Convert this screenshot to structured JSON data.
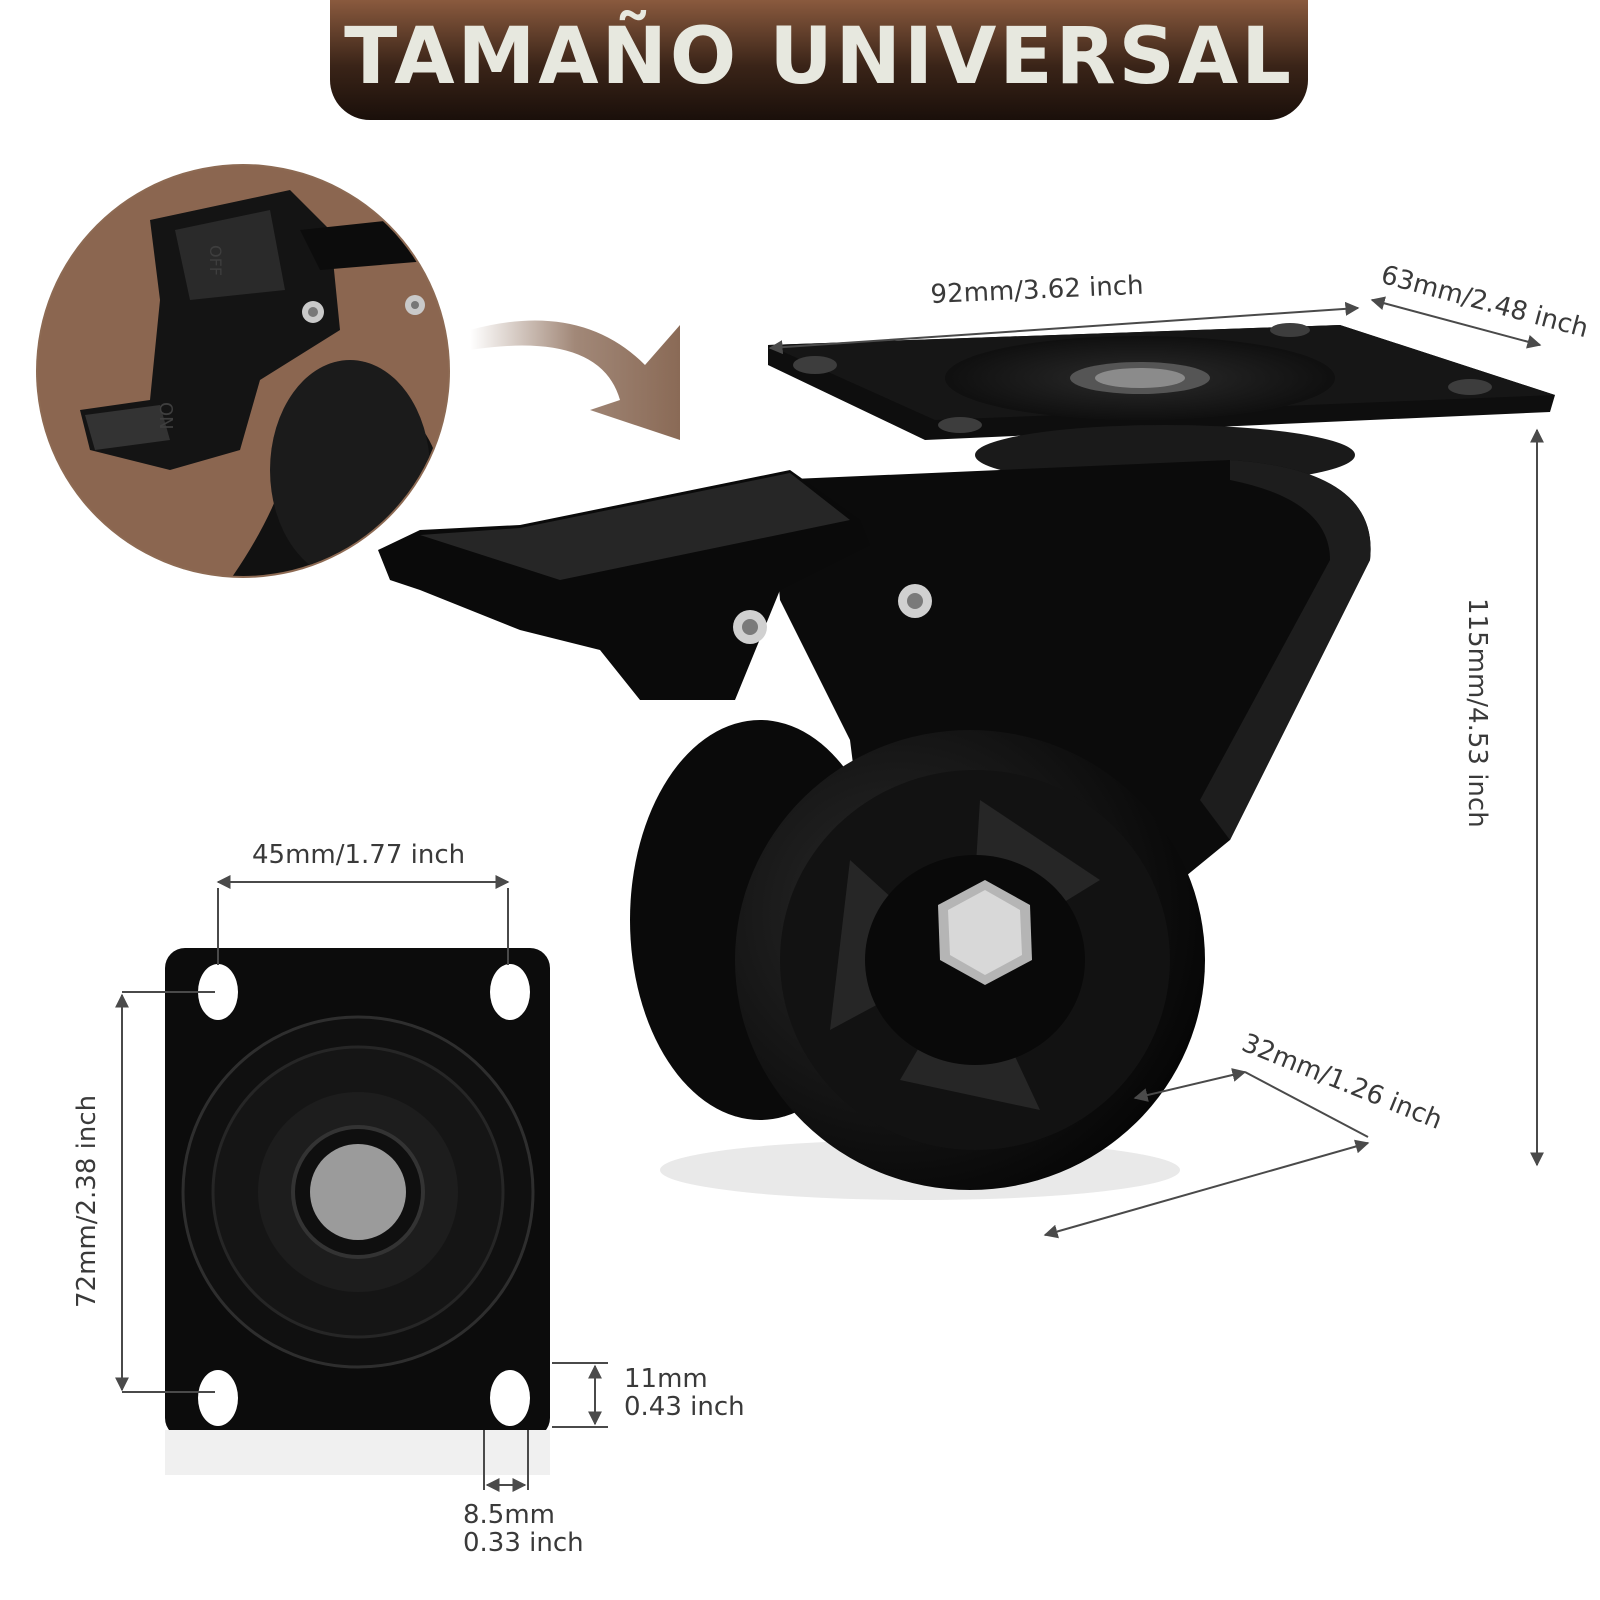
{
  "banner": {
    "title": "TAMAÑO UNIVERSAL"
  },
  "dimensions": {
    "plate_length": "92mm/3.62 inch",
    "plate_width": "63mm/2.48 inch",
    "total_height": "115mm/4.53 inch",
    "wheel_width": "32mm/1.26 inch",
    "hole_spacing_horizontal": "45mm/1.77 inch",
    "hole_spacing_vertical": "72mm/2.38 inch",
    "hole_size_height": {
      "mm": "11mm",
      "inch": "0.43 inch"
    },
    "hole_size_width": {
      "mm": "8.5mm",
      "inch": "0.33 inch"
    }
  },
  "lock_detail": {
    "stamp_on": "ON",
    "stamp_off": "OFF"
  },
  "colors": {
    "banner_dark": "#1a0f0a",
    "banner_light": "#8a5a3e",
    "banner_text": "#e7e8df",
    "arrow": "#8a6a56",
    "product": "#0d0d0d"
  }
}
